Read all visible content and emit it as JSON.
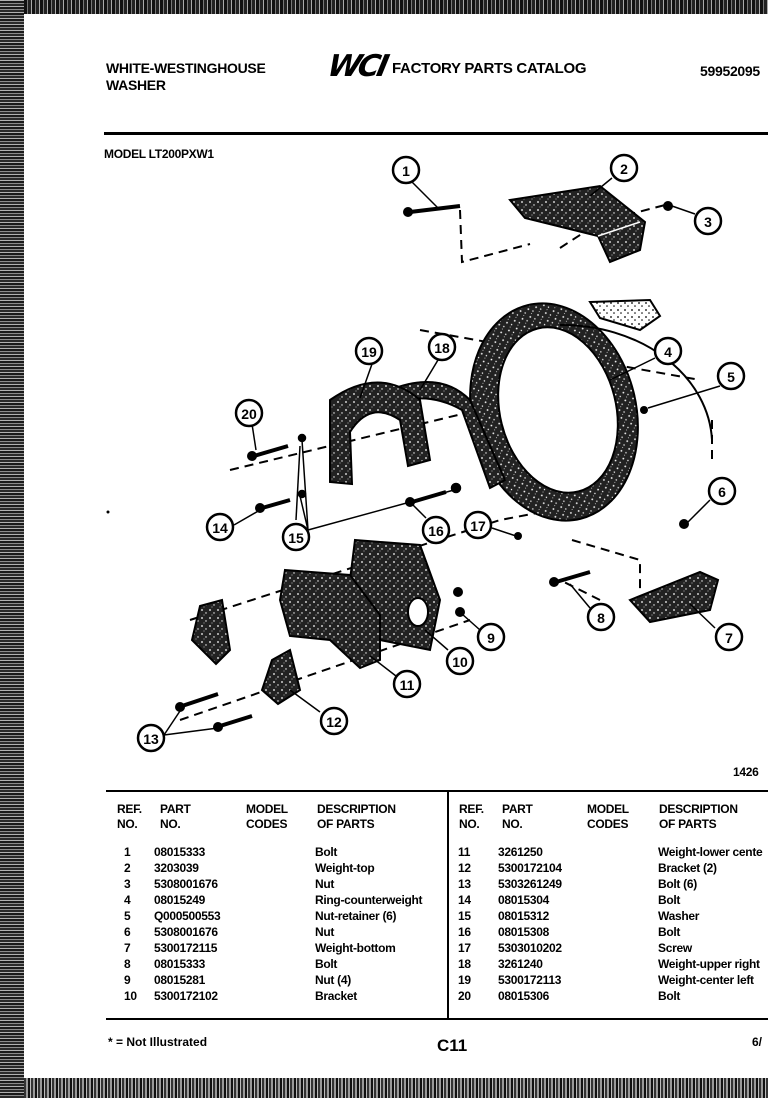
{
  "header": {
    "brand_line1": "WHITE-WESTINGHOUSE",
    "brand_line2": "WASHER",
    "logo_text": "WCI",
    "catalog_title": "FACTORY PARTS CATALOG",
    "catalog_number": "59952095",
    "model_line": "MODEL LT200PXW1"
  },
  "diagram": {
    "figure_number": "1426",
    "callouts": [
      "1",
      "2",
      "3",
      "4",
      "5",
      "6",
      "7",
      "8",
      "9",
      "10",
      "11",
      "12",
      "13",
      "14",
      "15",
      "16",
      "17",
      "18",
      "19",
      "20"
    ]
  },
  "table": {
    "headers": {
      "ref_1": "REF.",
      "ref_2": "NO.",
      "part_1": "PART",
      "part_2": "NO.",
      "model_1": "MODEL",
      "model_2": "CODES",
      "desc_1": "DESCRIPTION",
      "desc_2": "OF PARTS"
    },
    "left_rows": [
      {
        "ref": "1",
        "part": "08015333",
        "desc": "Bolt"
      },
      {
        "ref": "2",
        "part": "3203039",
        "desc": "Weight-top"
      },
      {
        "ref": "3",
        "part": "5308001676",
        "desc": "Nut"
      },
      {
        "ref": "4",
        "part": "08015249",
        "desc": "Ring-counterweight"
      },
      {
        "ref": "5",
        "part": "Q000500553",
        "desc": "Nut-retainer (6)"
      },
      {
        "ref": "6",
        "part": "5308001676",
        "desc": "Nut"
      },
      {
        "ref": "7",
        "part": "5300172115",
        "desc": "Weight-bottom"
      },
      {
        "ref": "8",
        "part": "08015333",
        "desc": "Bolt"
      },
      {
        "ref": "9",
        "part": "08015281",
        "desc": "Nut (4)"
      },
      {
        "ref": "10",
        "part": "5300172102",
        "desc": "Bracket"
      }
    ],
    "right_rows": [
      {
        "ref": "11",
        "part": "3261250",
        "desc": "Weight-lower cente"
      },
      {
        "ref": "12",
        "part": "5300172104",
        "desc": "Bracket (2)"
      },
      {
        "ref": "13",
        "part": "5303261249",
        "desc": "Bolt (6)"
      },
      {
        "ref": "14",
        "part": "08015304",
        "desc": "Bolt"
      },
      {
        "ref": "15",
        "part": "08015312",
        "desc": "Washer"
      },
      {
        "ref": "16",
        "part": "08015308",
        "desc": "Bolt"
      },
      {
        "ref": "17",
        "part": "5303010202",
        "desc": "Screw"
      },
      {
        "ref": "18",
        "part": "3261240",
        "desc": "Weight-upper right"
      },
      {
        "ref": "19",
        "part": "5300172113",
        "desc": "Weight-center left"
      },
      {
        "ref": "20",
        "part": "08015306",
        "desc": "Bolt"
      }
    ]
  },
  "footer": {
    "note": "* = Not Illustrated",
    "page_code": "C11",
    "date_fragment": "6/"
  }
}
